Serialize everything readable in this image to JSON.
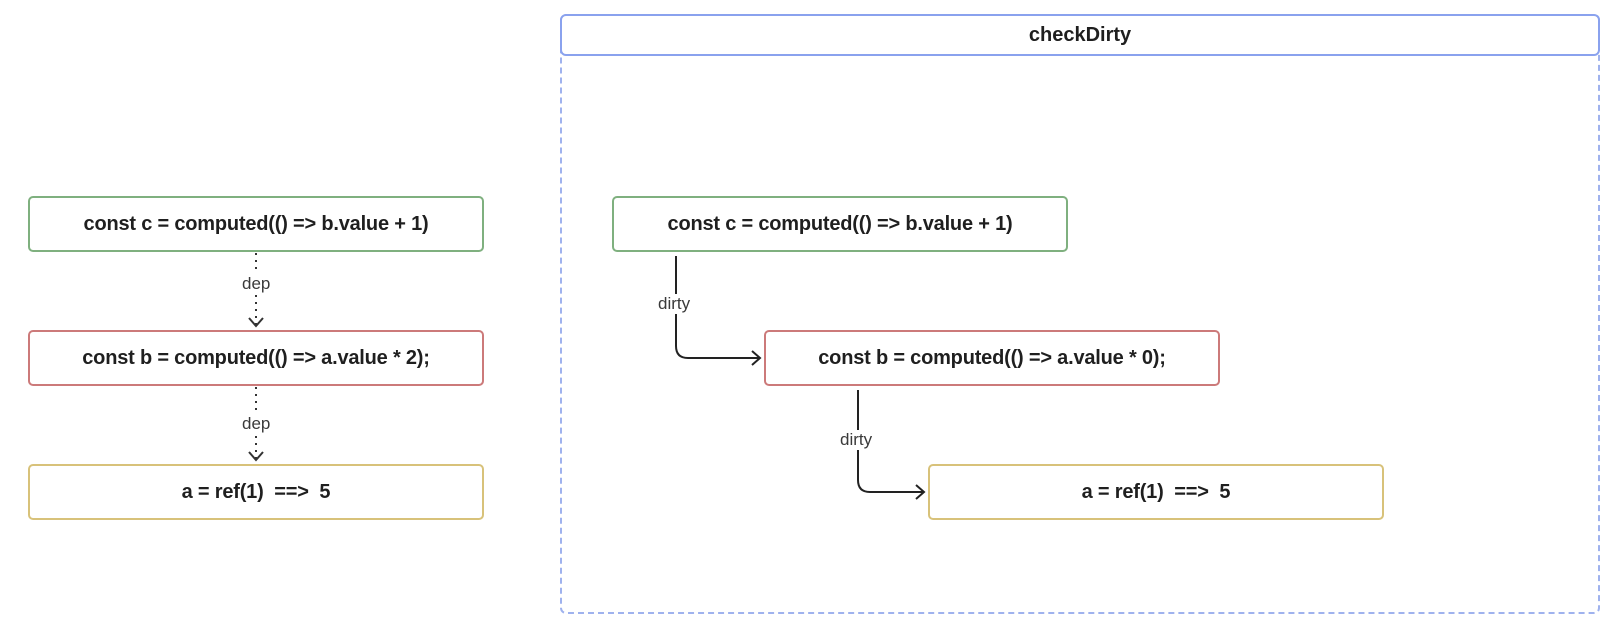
{
  "colors": {
    "green": "#7fb07f",
    "red": "#cc7a7a",
    "yellow": "#d8c27a",
    "container_border": "#9fb2ee",
    "edge": "#222222"
  },
  "left": {
    "node_c": "const c = computed(() => b.value + 1)",
    "node_b": "const b = computed(() => a.value * 2);",
    "node_a": "a = ref(1)  ==>  5",
    "edge_cb_label": "dep",
    "edge_ba_label": "dep"
  },
  "right": {
    "title": "checkDirty",
    "node_c": "const c = computed(() => b.value + 1)",
    "node_b": "const b = computed(() => a.value * 0);",
    "node_a": "a = ref(1)  ==>  5",
    "edge_cb_label": "dirty",
    "edge_ba_label": "dirty"
  }
}
